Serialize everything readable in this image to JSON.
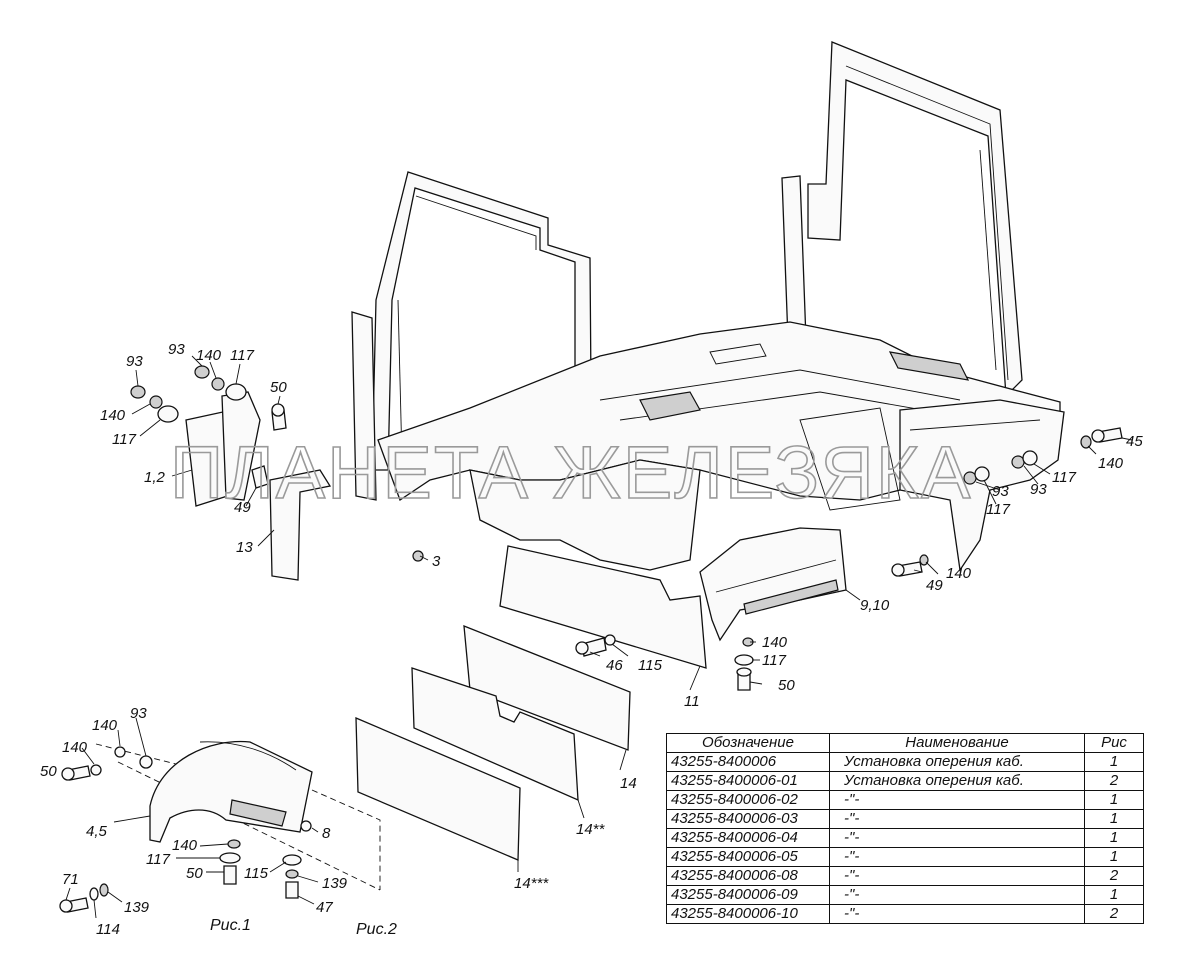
{
  "watermark": "ПЛАНЕТА ЖЕЛЕЗЯКА",
  "captions": {
    "fig1": "Рис.1",
    "fig2": "Рис.2"
  },
  "callouts": {
    "n93a": "93",
    "n93b": "93",
    "n140a": "140",
    "n117a": "117",
    "n140b": "140",
    "n117b": "117",
    "n50a": "50",
    "n12": "1,2",
    "n49a": "49",
    "n13": "13",
    "n3": "3",
    "n45": "45",
    "n140c": "140",
    "n117c": "117",
    "n93c": "93",
    "n93d": "93",
    "n117d": "117",
    "n140d": "140",
    "n49b": "49",
    "n910": "9,10",
    "n140e": "140",
    "n117e": "117",
    "n50b": "50",
    "n46": "46",
    "n115a": "115",
    "n11": "11",
    "n14": "14",
    "n14s2": "14**",
    "n14s3": "14***",
    "n93e": "93",
    "n140f": "140",
    "n140g": "140",
    "n50c": "50",
    "n45b": "4,5",
    "n8": "8",
    "n140h": "140",
    "n117f": "117",
    "n50d": "50",
    "n115b": "115",
    "n139a": "139",
    "n47": "47",
    "n71": "71",
    "n114": "114",
    "n139b": "139"
  },
  "table": {
    "headers": [
      "Обозначение",
      "Наименование",
      "Рис"
    ],
    "rows": [
      [
        "43255-8400006",
        "Установка оперения каб.",
        "1"
      ],
      [
        "43255-8400006-01",
        "Установка оперения каб.",
        "2"
      ],
      [
        "43255-8400006-02",
        "-\"-",
        "1"
      ],
      [
        "43255-8400006-03",
        "-\"-",
        "1"
      ],
      [
        "43255-8400006-04",
        "-\"-",
        "1"
      ],
      [
        "43255-8400006-05",
        "-\"-",
        "1"
      ],
      [
        "43255-8400006-08",
        "-\"-",
        "2"
      ],
      [
        "43255-8400006-09",
        "-\"-",
        "1"
      ],
      [
        "43255-8400006-10",
        "-\"-",
        "2"
      ]
    ]
  }
}
